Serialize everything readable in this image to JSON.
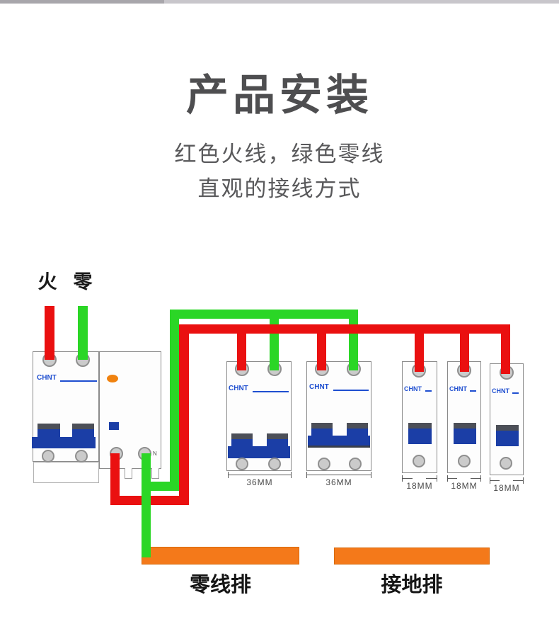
{
  "header": {
    "title": "产品安装",
    "subtitle_line1": "红色火线，绿色零线",
    "subtitle_line2": "直观的接线方式"
  },
  "wire_labels": {
    "live": "火",
    "neutral": "零"
  },
  "brand": "CHNT",
  "rcd": {
    "neutral_terminal_label": "N"
  },
  "dims": {
    "b1": "36MM",
    "b2": "36MM",
    "b3": "18MM",
    "b4": "18MM",
    "b5": "18MM"
  },
  "bus_bars": {
    "neutral": "零线排",
    "ground": "接地排"
  },
  "colors": {
    "live_wire_red": "#EA1010",
    "neutral_wire_green": "#2BD626",
    "handle_blue": "#1B3EA6",
    "handle_cap_gray": "#4C4F58",
    "brand_blue": "#1F4FD0",
    "indicator_orange": "#F0820F",
    "bus_bar_orange": "#F4791A",
    "terminal_gray": "#CBCBCB",
    "body_border_gray": "#8A8A8A",
    "title_gray": "#4E4E50"
  }
}
